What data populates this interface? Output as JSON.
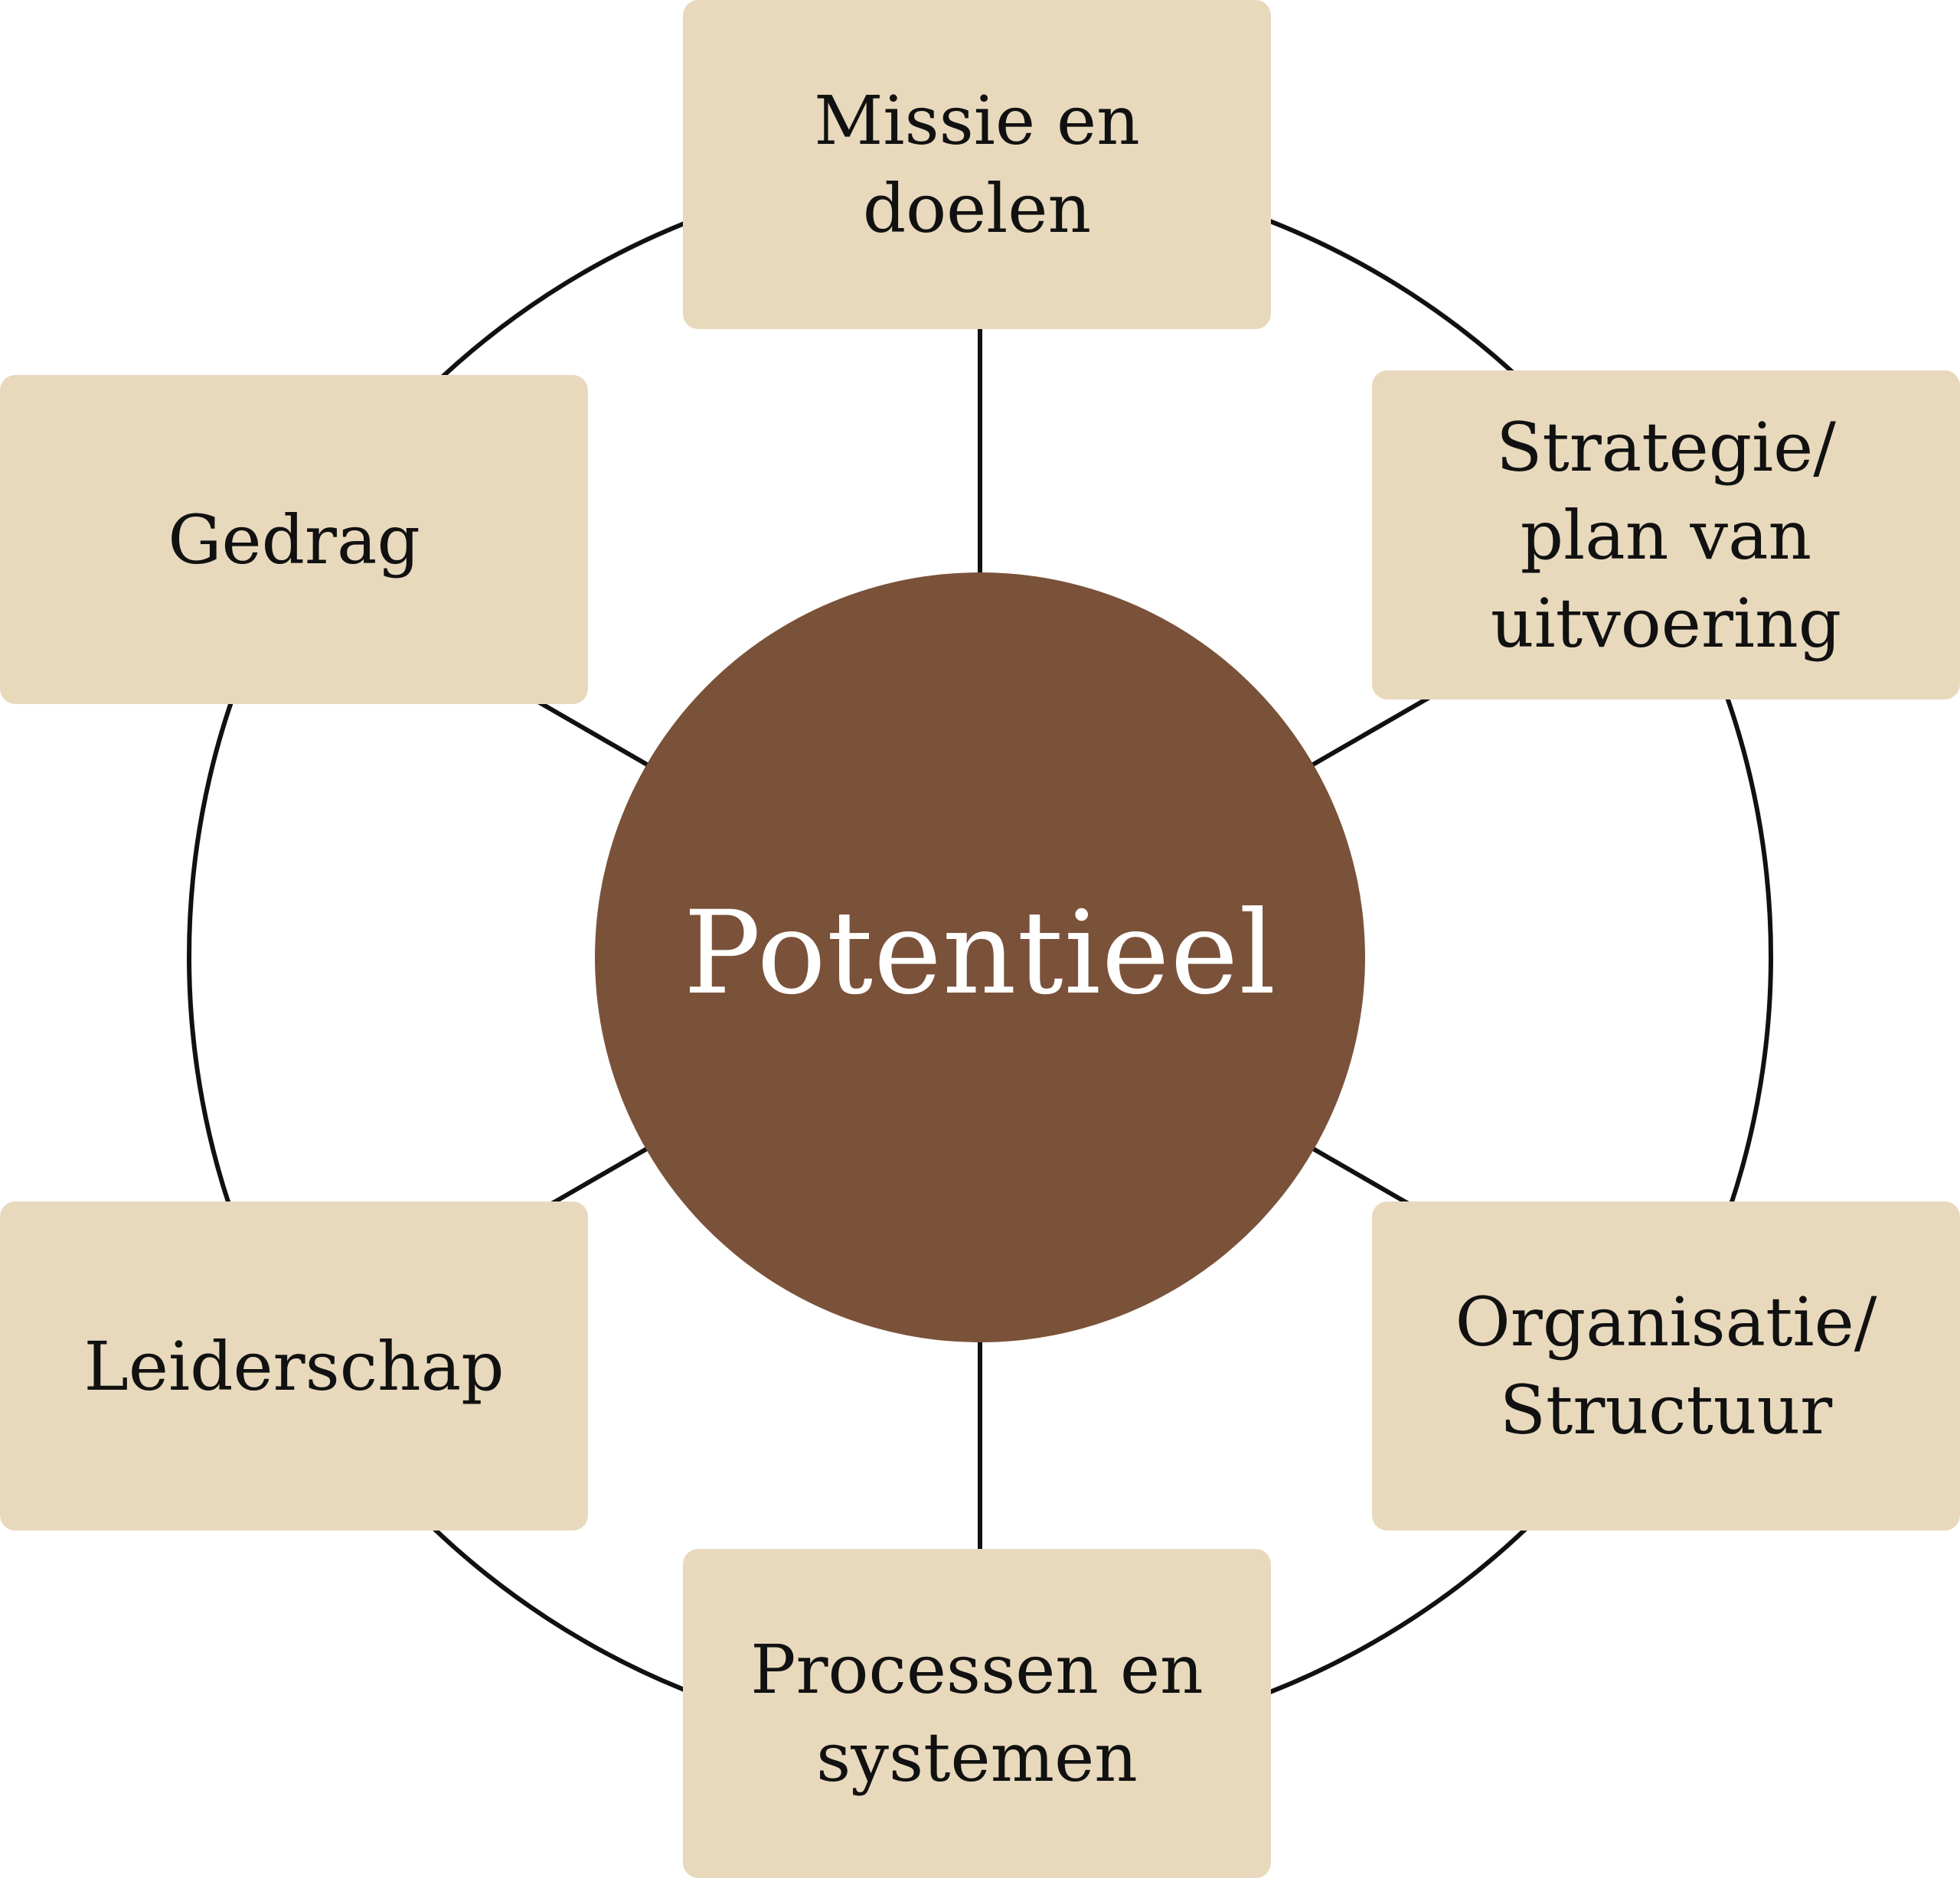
{
  "diagram": {
    "center": {
      "label": "Potentieel"
    },
    "nodes": [
      {
        "id": "missie",
        "label": "Missie en\ndoelen"
      },
      {
        "id": "strategie",
        "label": "Strategie/\nplan van\nuitvoering"
      },
      {
        "id": "organisatie",
        "label": "Organisatie/\nStructuur"
      },
      {
        "id": "processen",
        "label": "Processen en\nsystemen"
      },
      {
        "id": "leiderschap",
        "label": "Leiderschap"
      },
      {
        "id": "gedrag",
        "label": "Gedrag"
      }
    ]
  },
  "colors": {
    "center_fill": "#7a5239",
    "node_fill": "#e8d9bd",
    "line": "#111111",
    "center_text": "#ffffff",
    "node_text": "#111111"
  }
}
